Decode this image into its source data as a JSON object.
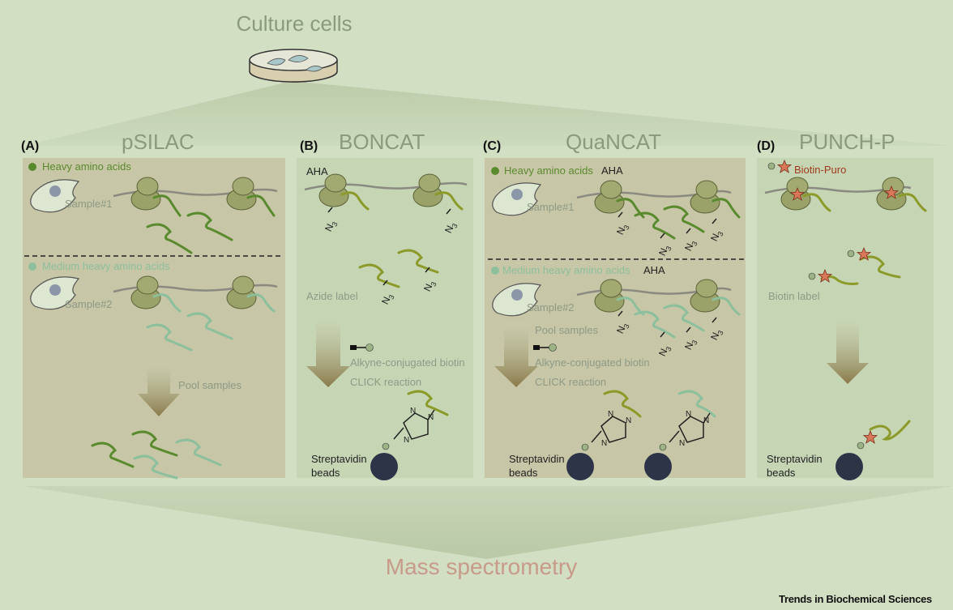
{
  "header": {
    "title": "Culture cells"
  },
  "footer": {
    "title": "Mass spectrometry",
    "credit": "Trends in Biochemical Sciences"
  },
  "panels": [
    {
      "label": "(A)",
      "title": "pSILAC",
      "heavy": "Heavy amino acids",
      "medium": "Medium heavy amino acids",
      "sample1": "Sample#1",
      "sample2": "Sample#2",
      "pool": "Pool samples"
    },
    {
      "label": "(B)",
      "title": "BONCAT",
      "aha": "AHA",
      "azide": "Azide label",
      "alkyne": "Alkyne-conjugated biotin",
      "click": "CLICK reaction",
      "beads": "Streptavidin\nbeads",
      "n3": "N3"
    },
    {
      "label": "(C)",
      "title": "QuaNCAT",
      "heavy": "Heavy amino acids",
      "medium": "Medium heavy amino acids",
      "aha": "AHA",
      "sample1": "Sample#1",
      "sample2": "Sample#2",
      "pool": "Pool samples",
      "alkyne": "Alkyne-conjugated biotin",
      "click": "CLICK reaction",
      "beads": "Streptavidin\nbeads"
    },
    {
      "label": "(D)",
      "title": "PUNCH-P",
      "biotin_puro": "Biotin-Puro",
      "biotin_label": "Biotin label",
      "beads": "Streptavidin\nbeads"
    }
  ],
  "colors": {
    "background": "#d2dfc3",
    "panel_a": "#c7c6a6",
    "panel_bd": "#c6d6b5",
    "heavy": "#5a8a2e",
    "medium": "#8cbf9c",
    "aha_chain": "#8b9a28",
    "ribosome": "#9aa26a",
    "bead": "#2d3448",
    "star": "#d9775a"
  }
}
